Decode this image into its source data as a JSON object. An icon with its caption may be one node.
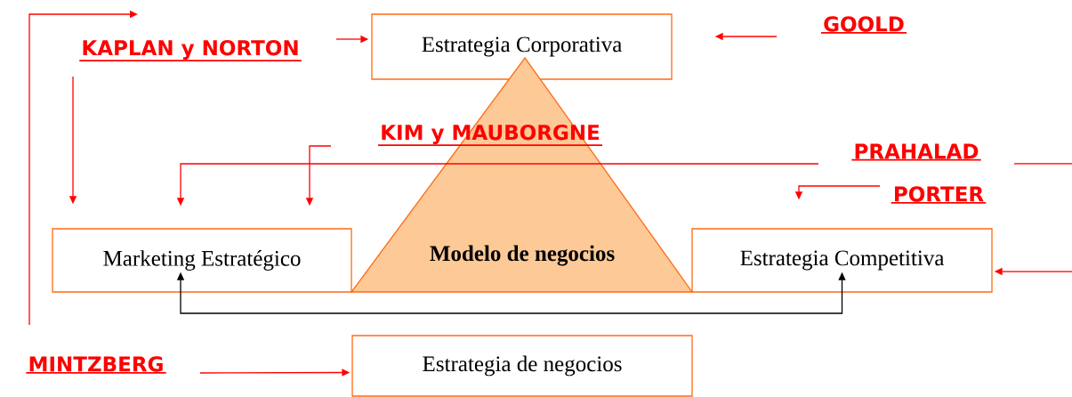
{
  "diagram": {
    "nodes": [
      {
        "text": [
          "Estrategia Corporativa"
        ]
      },
      {
        "text": [
          "KAPLAN y NORTON"
        ]
      },
      {
        "text": [
          "GOOLD"
        ]
      },
      {
        "text": [
          "Modelo de negocios"
        ]
      },
      {
        "text": [
          "KIM y MAUBORGNE"
        ]
      },
      {
        "text": [
          "PRAHALAD"
        ]
      },
      {
        "text": [
          "PORTER"
        ]
      },
      {
        "text": [
          "Marketing Estratégico"
        ]
      },
      {
        "text": [
          "Estrategia Competitiva"
        ]
      },
      {
        "text": [
          "Estrategia de negocios"
        ]
      },
      {
        "text": [
          "MINTZBERG"
        ]
      }
    ],
    "edges": [
      {
        "from": 1,
        "to": 0,
        "arrow": "to"
      },
      {
        "from": 2,
        "to": 0,
        "arrow": "to"
      },
      {
        "from": 1,
        "to": 7,
        "arrow": "to"
      },
      {
        "from": 4,
        "to": 7,
        "arrow": "to"
      },
      {
        "from": 5,
        "to": 7,
        "arrow": "to"
      },
      {
        "from": 6,
        "to": 8,
        "arrow": "to"
      },
      {
        "from": null,
        "to": 8,
        "arrow": "to"
      },
      {
        "from": 10,
        "to": 9,
        "arrow": "to"
      },
      {
        "from": 10,
        "to": null,
        "arrow": "to"
      },
      {
        "from": 7,
        "to": 8,
        "arrow": "both",
        "color": "#000000"
      }
    ]
  }
}
